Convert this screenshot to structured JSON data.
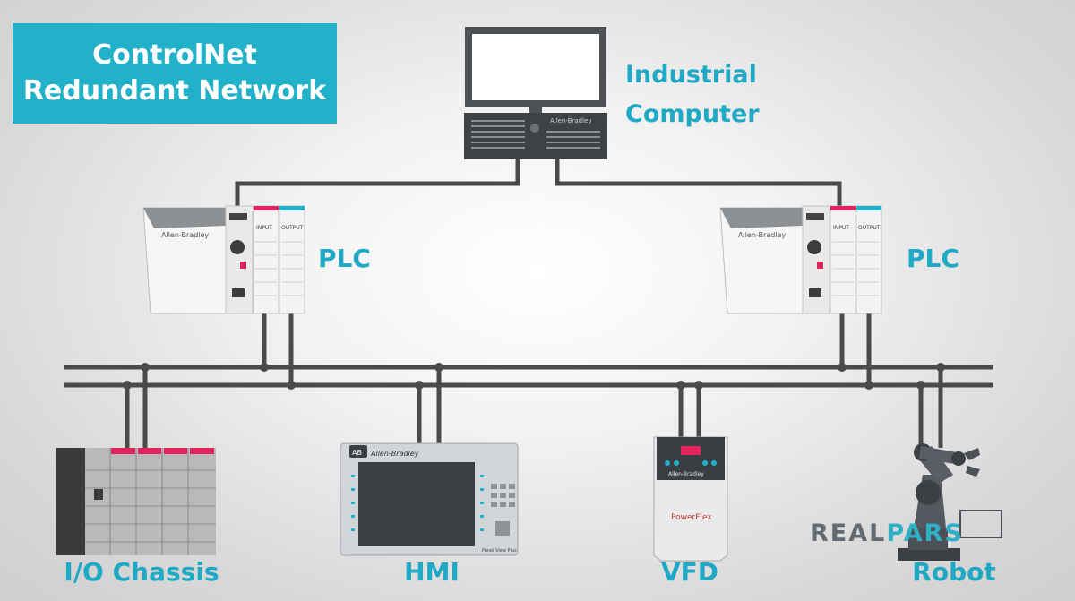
{
  "title": {
    "line1": "ControlNet",
    "line2": "Redundant Network"
  },
  "labels": {
    "industrial_computer": {
      "line1": "Industrial",
      "line2": "Computer"
    },
    "plc_left": "PLC",
    "plc_right": "PLC",
    "io_chassis": "I/O Chassis",
    "hmi": "HMI",
    "vfd": "VFD",
    "robot": "Robot"
  },
  "devices": {
    "computer_brand": "Allen-Bradley",
    "plc_brand": "Allen-Bradley",
    "plc_input": "INPUT",
    "plc_output": "OUTPUT",
    "hmi_brand": "Allen-Bradley",
    "hmi_logo": "AB",
    "hmi_model": "Panel View Plus",
    "vfd_brand": "Allen-Bradley",
    "vfd_model": "PowerFlex"
  },
  "watermark": {
    "part1": "REAL",
    "part2": "PARS"
  },
  "colors": {
    "accent": "#21b2c9",
    "label": "#1fa9c4",
    "cable": "#4a4a4a",
    "status_red": "#e0245e"
  }
}
